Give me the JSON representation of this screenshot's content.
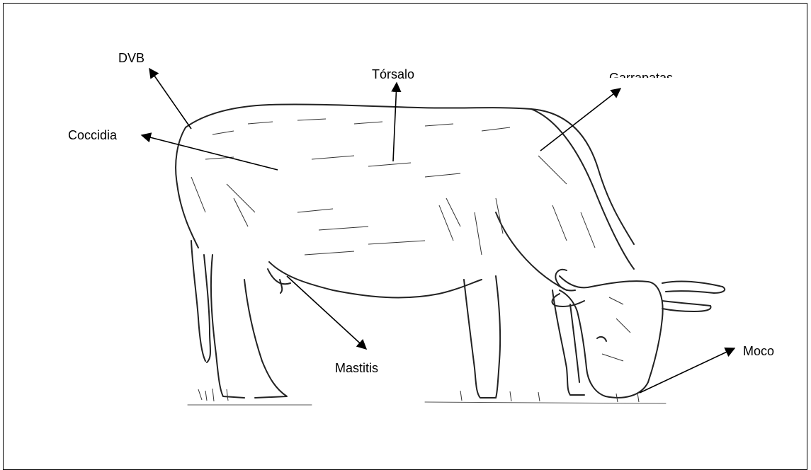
{
  "labels": {
    "dvb": "DVB",
    "torsalo": "Tórsalo",
    "garrapatas": "Garrapatas",
    "coccidia": "Coccidia",
    "mastitis": "Mastitis",
    "moco": "Moco"
  }
}
